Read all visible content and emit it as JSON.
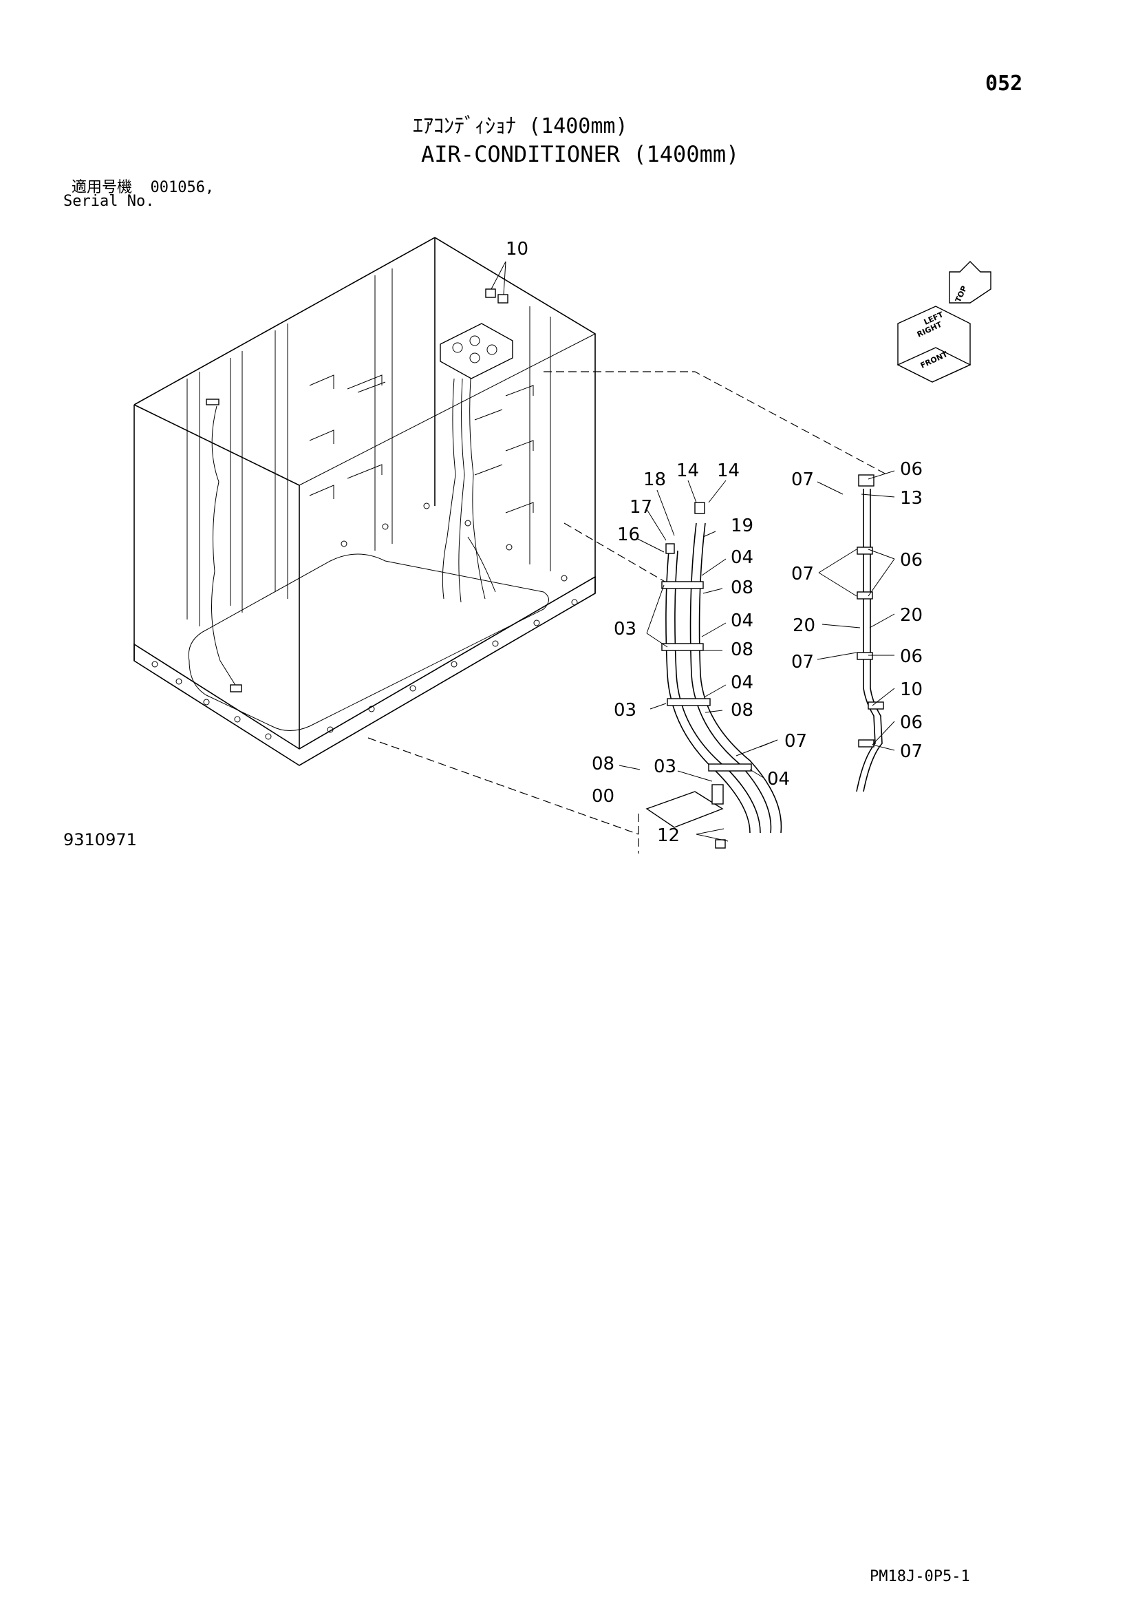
{
  "page": {
    "page_number": "052",
    "title_jp": "ｴｱｺﾝﾃﾞｨｼｮﾅ (1400mm)",
    "title_en": "AIR-CONDITIONER (1400mm)",
    "serial_label_jp": "適用号機",
    "serial_value": "001056,",
    "serial_label_en": "Serial No.",
    "drawing_number": "9310971",
    "footer_code": "PM18J-0P5-1"
  },
  "orientation_labels": [
    "TOP",
    "LEFT",
    "RIGHT",
    "FRONT"
  ],
  "callouts": [
    "10",
    "18",
    "14",
    "14",
    "17",
    "19",
    "16",
    "04",
    "08",
    "03",
    "04",
    "08",
    "04",
    "03",
    "08",
    "07",
    "08",
    "03",
    "00",
    "04",
    "12",
    "07",
    "06",
    "13",
    "07",
    "06",
    "20",
    "20",
    "07",
    "06",
    "10",
    "06",
    "07"
  ]
}
